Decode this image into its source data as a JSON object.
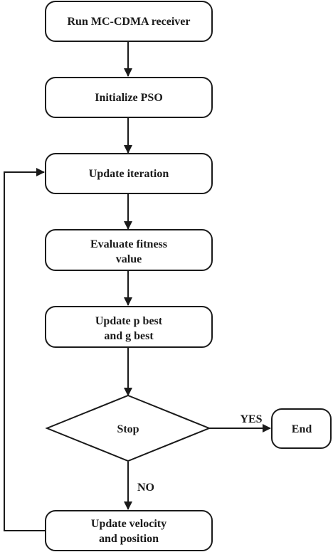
{
  "nodes": {
    "run_receiver": {
      "line1": "Run MC-CDMA receiver"
    },
    "init_pso": {
      "line1": "Initialize PSO"
    },
    "update_iteration": {
      "line1": "Update iteration"
    },
    "evaluate_fitness": {
      "line1": "Evaluate fitness",
      "line2": "value"
    },
    "update_best": {
      "line1": "Update p best",
      "line2": "and g best"
    },
    "stop": {
      "line1": "Stop"
    },
    "end": {
      "line1": "End"
    },
    "update_velocity": {
      "line1": "Update velocity",
      "line2": "and position"
    }
  },
  "edges": {
    "yes_label": "YES",
    "no_label": "NO"
  }
}
